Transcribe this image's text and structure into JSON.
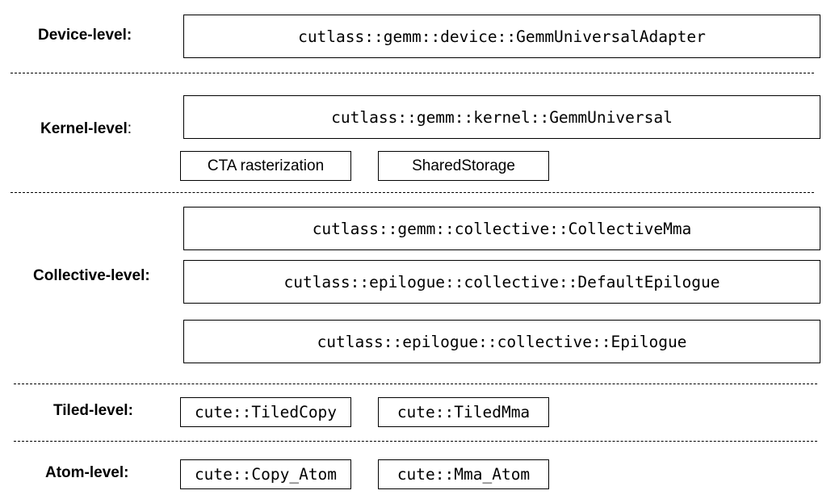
{
  "levels": {
    "device": {
      "label": "Device-level:"
    },
    "kernel": {
      "label": "Kernel-level",
      "colon": ":"
    },
    "collective": {
      "label": "Collective-level:"
    },
    "tiled": {
      "label": "Tiled-level:"
    },
    "atom": {
      "label": "Atom-level:"
    }
  },
  "boxes": {
    "gemm_universal_adapter": "cutlass::gemm::device::GemmUniversalAdapter",
    "gemm_universal": "cutlass::gemm::kernel::GemmUniversal",
    "cta_rasterization": "CTA rasterization",
    "shared_storage": "SharedStorage",
    "collective_mma": "cutlass::gemm::collective::CollectiveMma",
    "default_epilogue": "cutlass::epilogue::collective::DefaultEpilogue",
    "epilogue": "cutlass::epilogue::collective::Epilogue",
    "tiled_copy": "cute::TiledCopy",
    "tiled_mma": "cute::TiledMma",
    "copy_atom": "cute::Copy_Atom",
    "mma_atom": "cute::Mma_Atom"
  }
}
